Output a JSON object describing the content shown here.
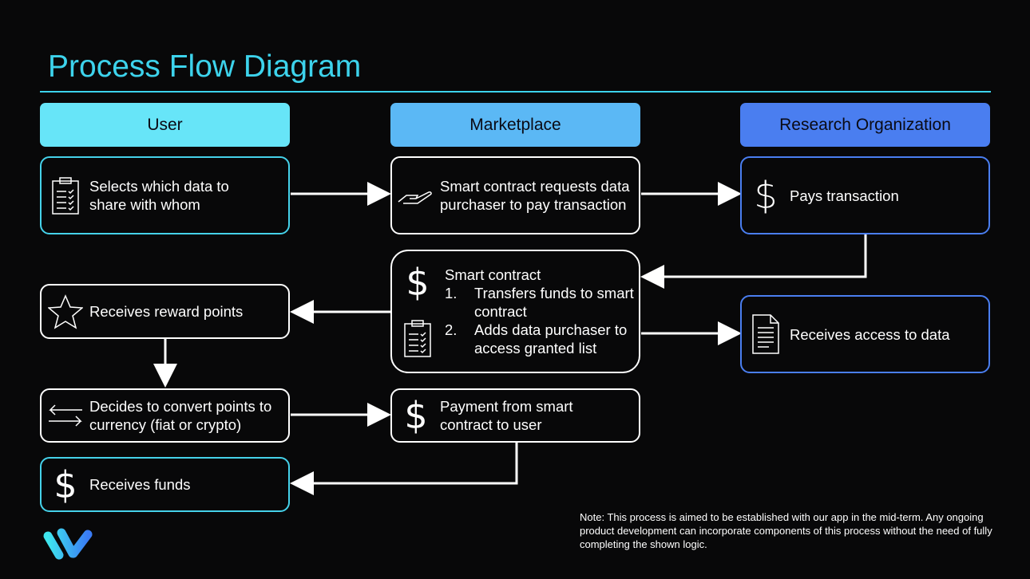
{
  "title": "Process Flow Diagram",
  "lanes": {
    "user": "User",
    "marketplace": "Marketplace",
    "research": "Research Organization"
  },
  "colors": {
    "user": "#67e5f8",
    "marketplace": "#5bb8f5",
    "research": "#4a7ef0"
  },
  "steps": {
    "select": "Selects which data to share with whom",
    "request": "Smart contract requests data purchaser to pay transaction",
    "pays": "Pays transaction",
    "smart_title": "Smart contract",
    "smart_items": [
      {
        "n": "1.",
        "t": "Transfers funds to smart contract"
      },
      {
        "n": "2.",
        "t": "Adds data purchaser to access granted list"
      }
    ],
    "access": "Receives access to data",
    "reward": "Receives reward points",
    "convert": "Decides to convert points to currency (fiat or crypto)",
    "payment": "Payment from smart contract to user",
    "funds": "Receives funds"
  },
  "note": "Note: This process is aimed to be established with our app in the mid-term. Any ongoing product development can incorporate components of this process without the need of fully completing the shown logic."
}
